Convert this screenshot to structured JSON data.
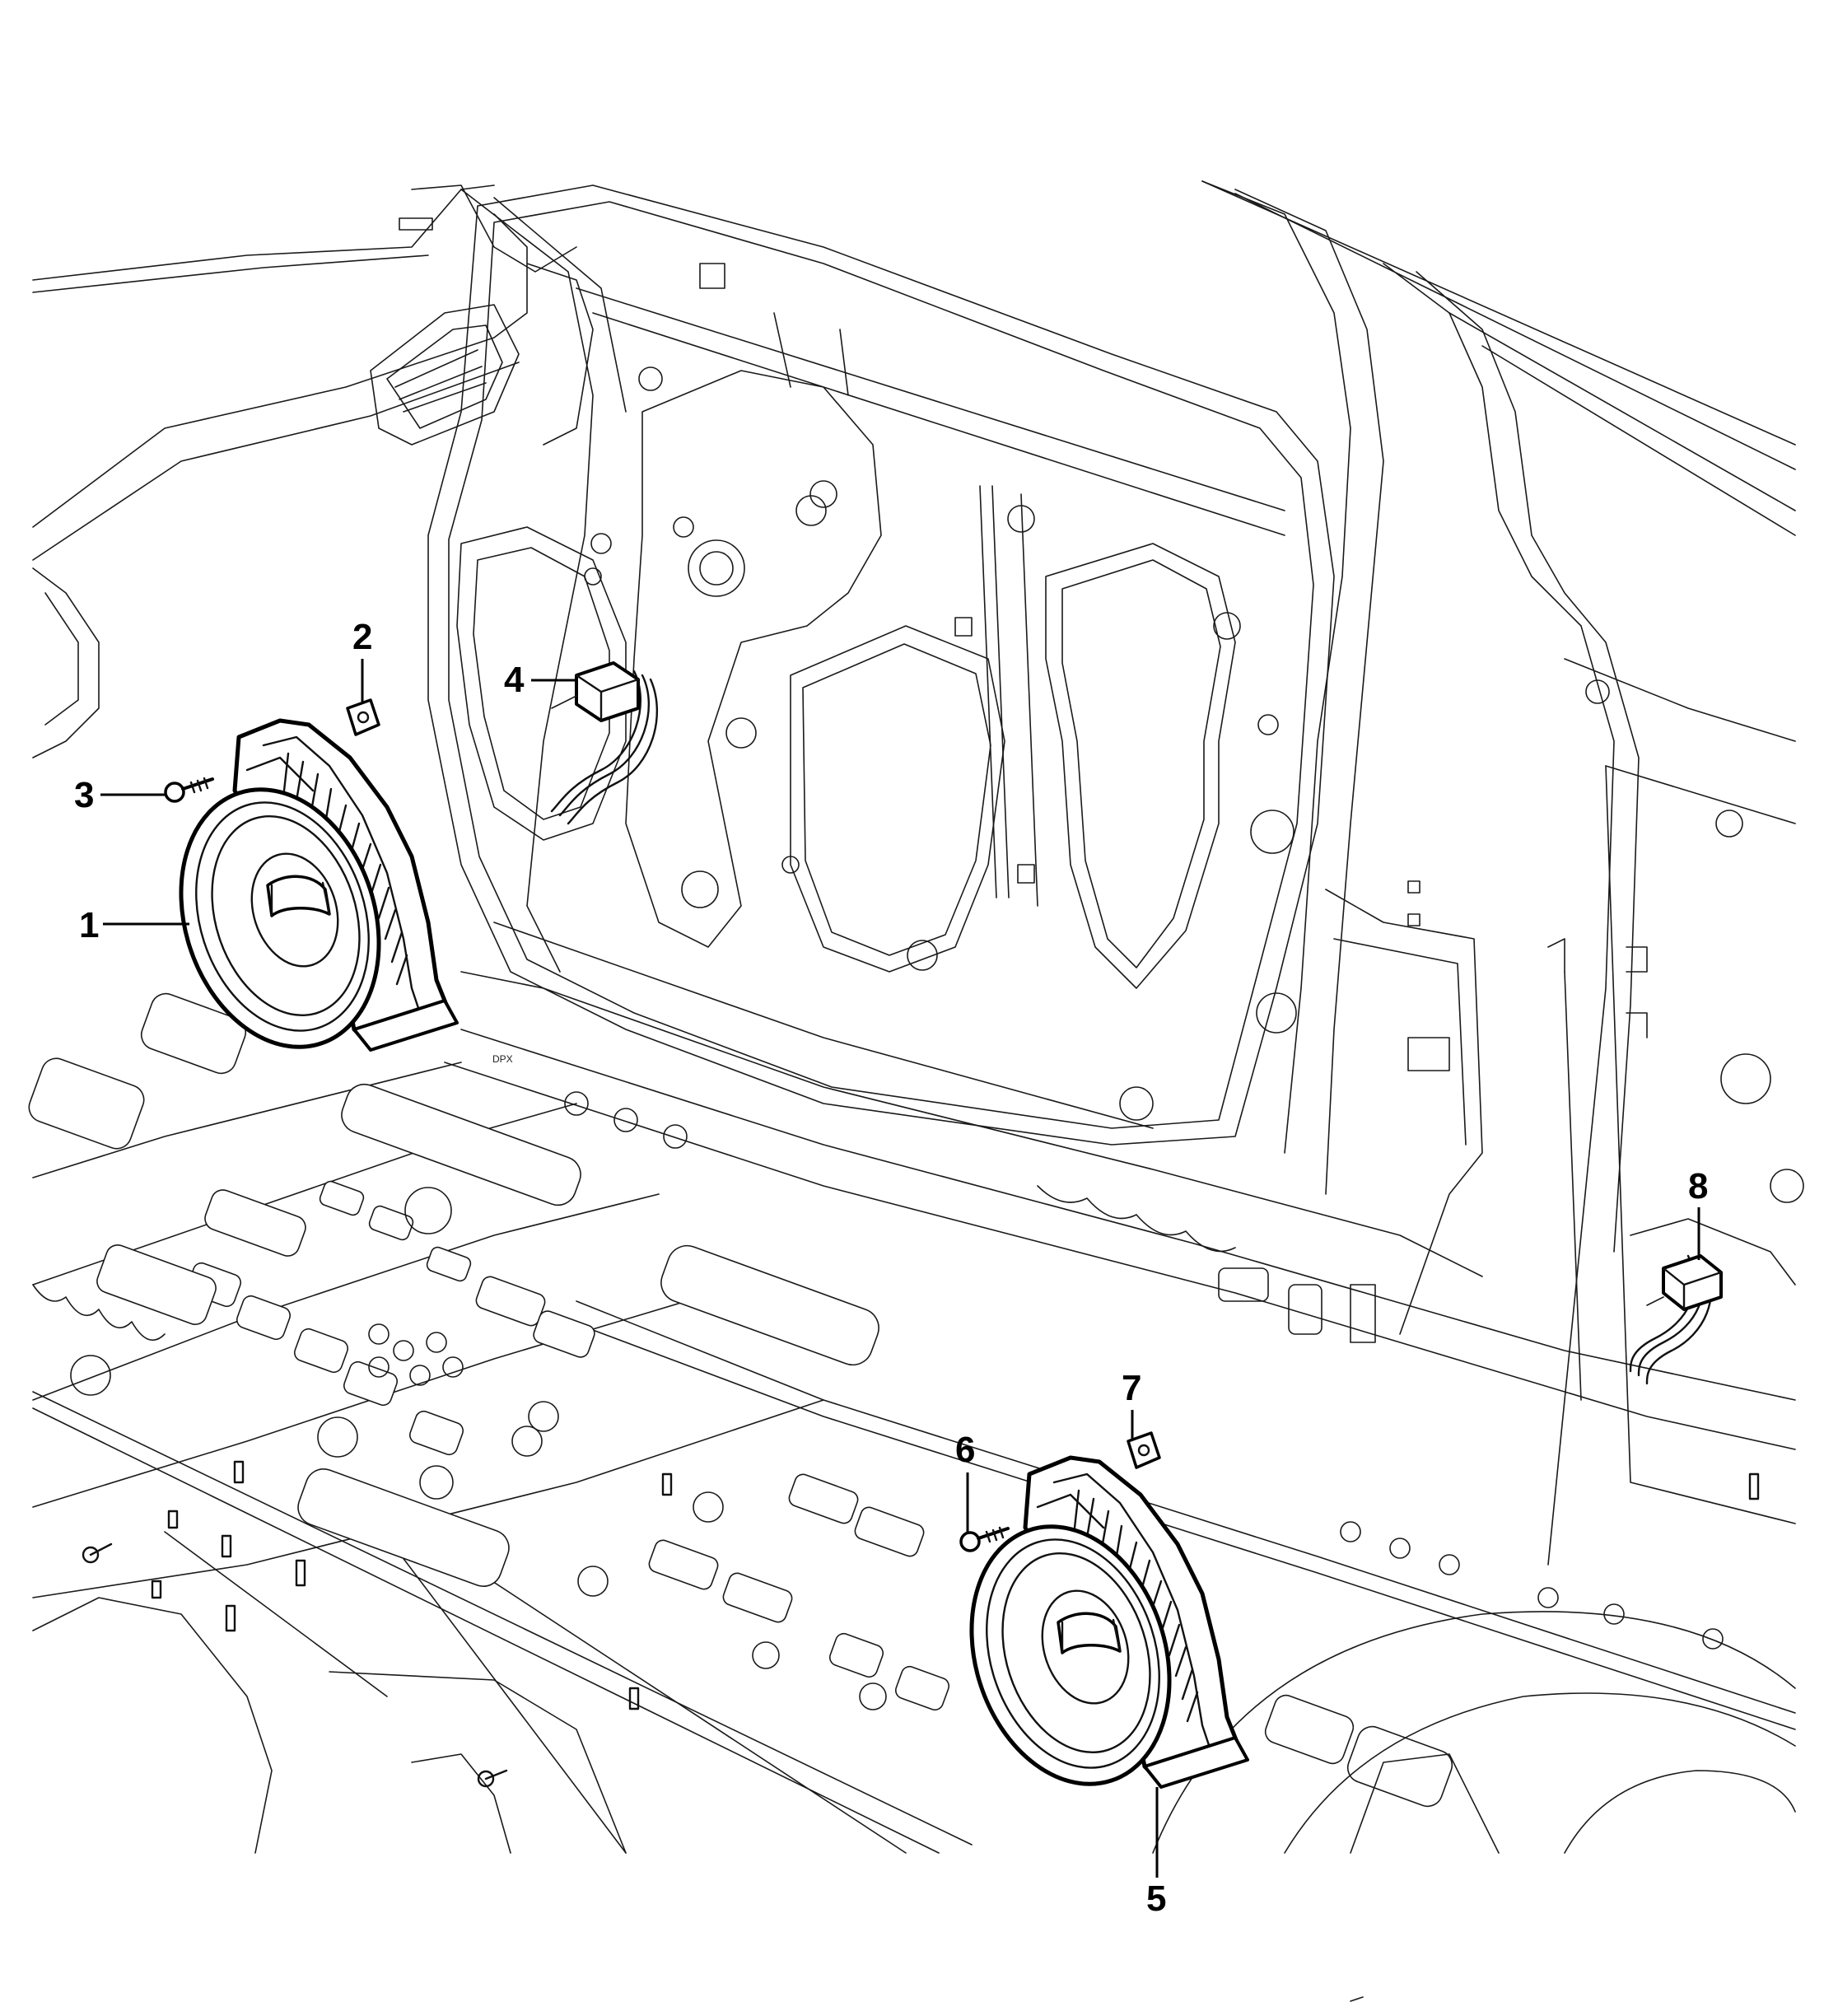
{
  "diagram": {
    "callouts": [
      {
        "id": "1",
        "label": "1"
      },
      {
        "id": "2",
        "label": "2"
      },
      {
        "id": "3",
        "label": "3"
      },
      {
        "id": "4",
        "label": "4"
      },
      {
        "id": "5",
        "label": "5"
      },
      {
        "id": "6",
        "label": "6"
      },
      {
        "id": "7",
        "label": "7"
      },
      {
        "id": "8",
        "label": "8"
      }
    ],
    "stamp": "DPX"
  },
  "colors": {
    "line": "#000000",
    "background": "#ffffff"
  }
}
